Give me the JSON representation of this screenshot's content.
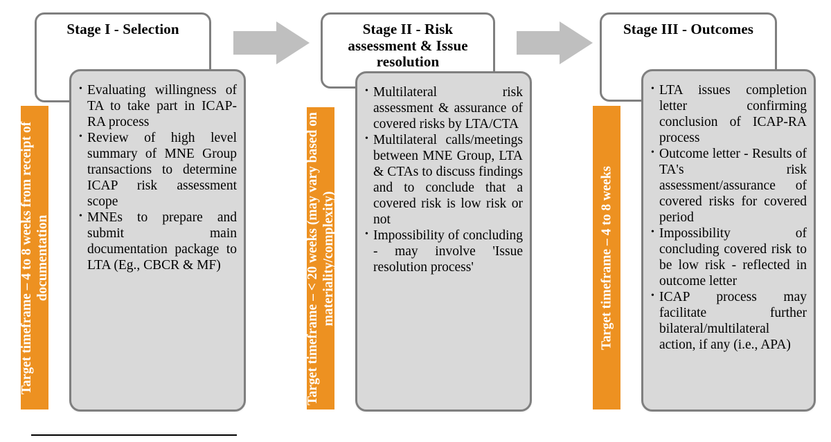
{
  "diagram": {
    "title": "ICAP process stages",
    "colors": {
      "orange": "#ED9121",
      "gray_fill": "#D9D9D9",
      "gray_border": "#7F7F7F",
      "arrow_gray": "#BFBFBF",
      "text": "#000000",
      "bar_text": "#FFFFFF"
    },
    "stages": [
      {
        "id": "stage-1",
        "header": "Stage I -  Selection",
        "timeframe": "Target timeframe – 4 to 8 weeks from receipt of documentation",
        "bullets": [
          "Evaluating willingness of TA to take part in ICAP-RA process",
          "Review of high level summary of MNE Group transactions to determine ICAP risk assessment scope",
          "MNEs to prepare and submit main documentation package to LTA (Eg., CBCR & MF)"
        ]
      },
      {
        "id": "stage-2",
        "header": "Stage II - Risk assessment & Issue resolution",
        "timeframe": "Target timeframe – < 20 weeks (may vary based on materiality/complexity)",
        "bullets": [
          "Multilateral risk assessment & assurance of covered risks by LTA/CTA",
          "Multilateral calls/meetings between MNE Group, LTA & CTAs to discuss findings and to conclude that a covered risk is low risk or not",
          "Impossibility of concluding - may involve 'Issue resolution process'"
        ]
      },
      {
        "id": "stage-3",
        "header": "Stage III - Outcomes",
        "timeframe": "Target timeframe – 4 to 8 weeks",
        "bullets": [
          "LTA issues completion letter confirming conclusion of ICAP-RA process",
          "Outcome letter - Results of TA's risk assessment/assurance of covered risks for covered period",
          "Impossibility of concluding covered risk to be low risk - reflected in outcome letter",
          "ICAP process may facilitate further bilateral/multilateral action, if any (i.e., APA)"
        ]
      }
    ],
    "connectors": [
      {
        "id": "arrow-1",
        "name": "stage-1-to-stage-2-arrow"
      },
      {
        "id": "arrow-2",
        "name": "stage-2-to-stage-3-arrow"
      }
    ]
  }
}
